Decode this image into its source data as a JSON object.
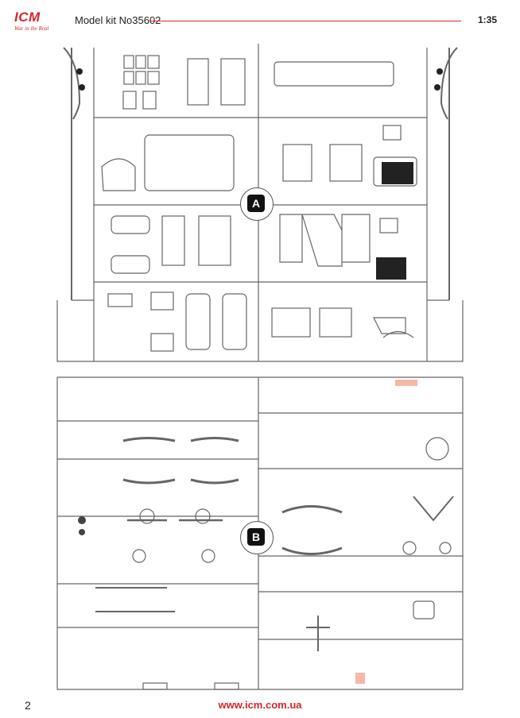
{
  "header": {
    "logo_text": "ICM",
    "logo_tagline": "War in the Real",
    "model_kit": "Model kit No35602",
    "scale": "1:35"
  },
  "sprues": [
    {
      "id": "A",
      "label": "A"
    },
    {
      "id": "B",
      "label": "B"
    }
  ],
  "footer": {
    "page_number": "2",
    "website": "www.icm.com.ua"
  },
  "colors": {
    "brand_red": "#d6262b",
    "ink": "#222222",
    "part_line": "#555555"
  }
}
